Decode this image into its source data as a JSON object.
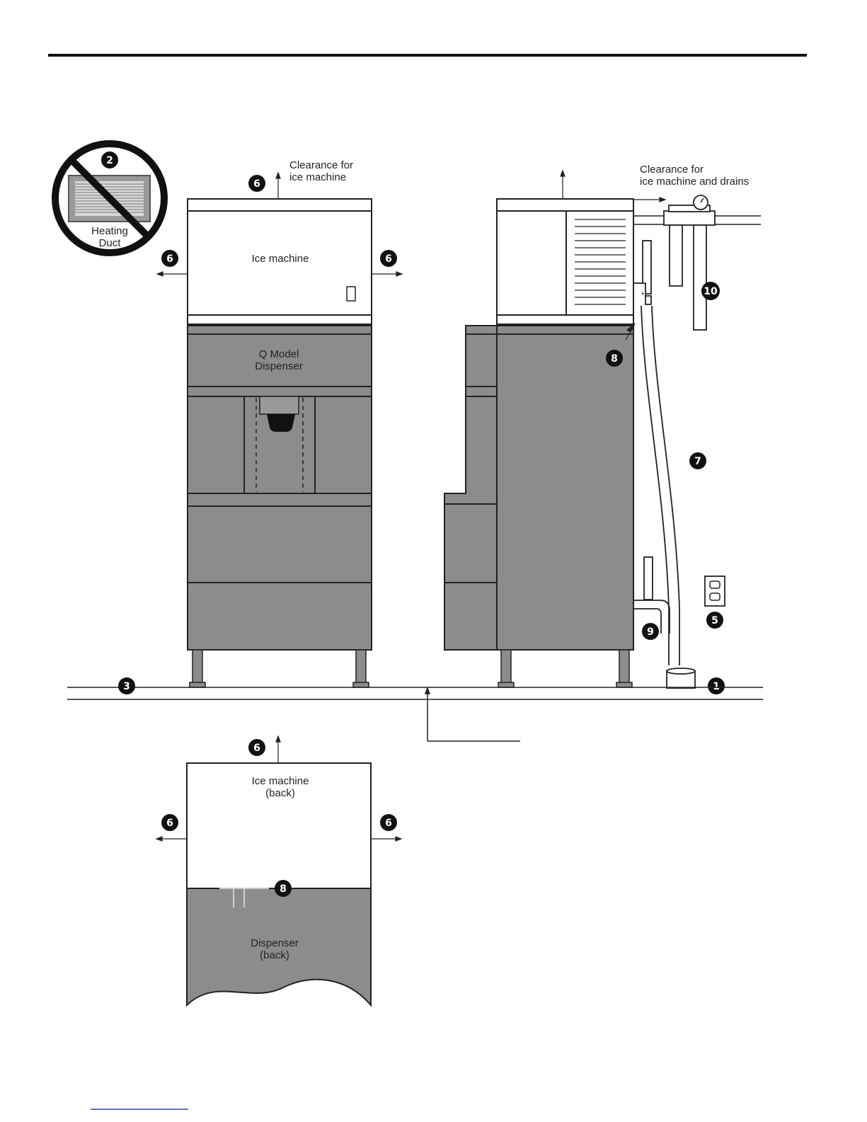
{
  "colors": {
    "line": "#222222",
    "dispenser_fill": "#8c8c8c",
    "machine_fill": "#ffffff",
    "callout_fill": "#111111",
    "callout_text": "#ffffff"
  },
  "labels": {
    "clearance_ice_machine_1": "Clearance for",
    "clearance_ice_machine_2": "ice machine",
    "clearance_drains_1": "Clearance for",
    "clearance_drains_2": "ice machine and drains",
    "ice_machine": "Ice machine",
    "q_model_1": "Q Model",
    "q_model_2": "Dispenser",
    "heating_1": "Heating",
    "heating_2": "Duct",
    "ice_machine_back_1": "Ice machine",
    "ice_machine_back_2": "(back)",
    "dispenser_back_1": "Dispenser",
    "dispenser_back_2": "(back)"
  },
  "callouts": {
    "c1": "1",
    "c2": "2",
    "c3": "3",
    "c5": "5",
    "c6": "6",
    "c7": "7",
    "c8": "8",
    "c9": "9",
    "c10": "10"
  },
  "icons": [
    "no-heating-duct-icon",
    "pressure-gauge-icon",
    "water-filter-icon",
    "electrical-outlet-icon",
    "floor-drain-icon"
  ]
}
